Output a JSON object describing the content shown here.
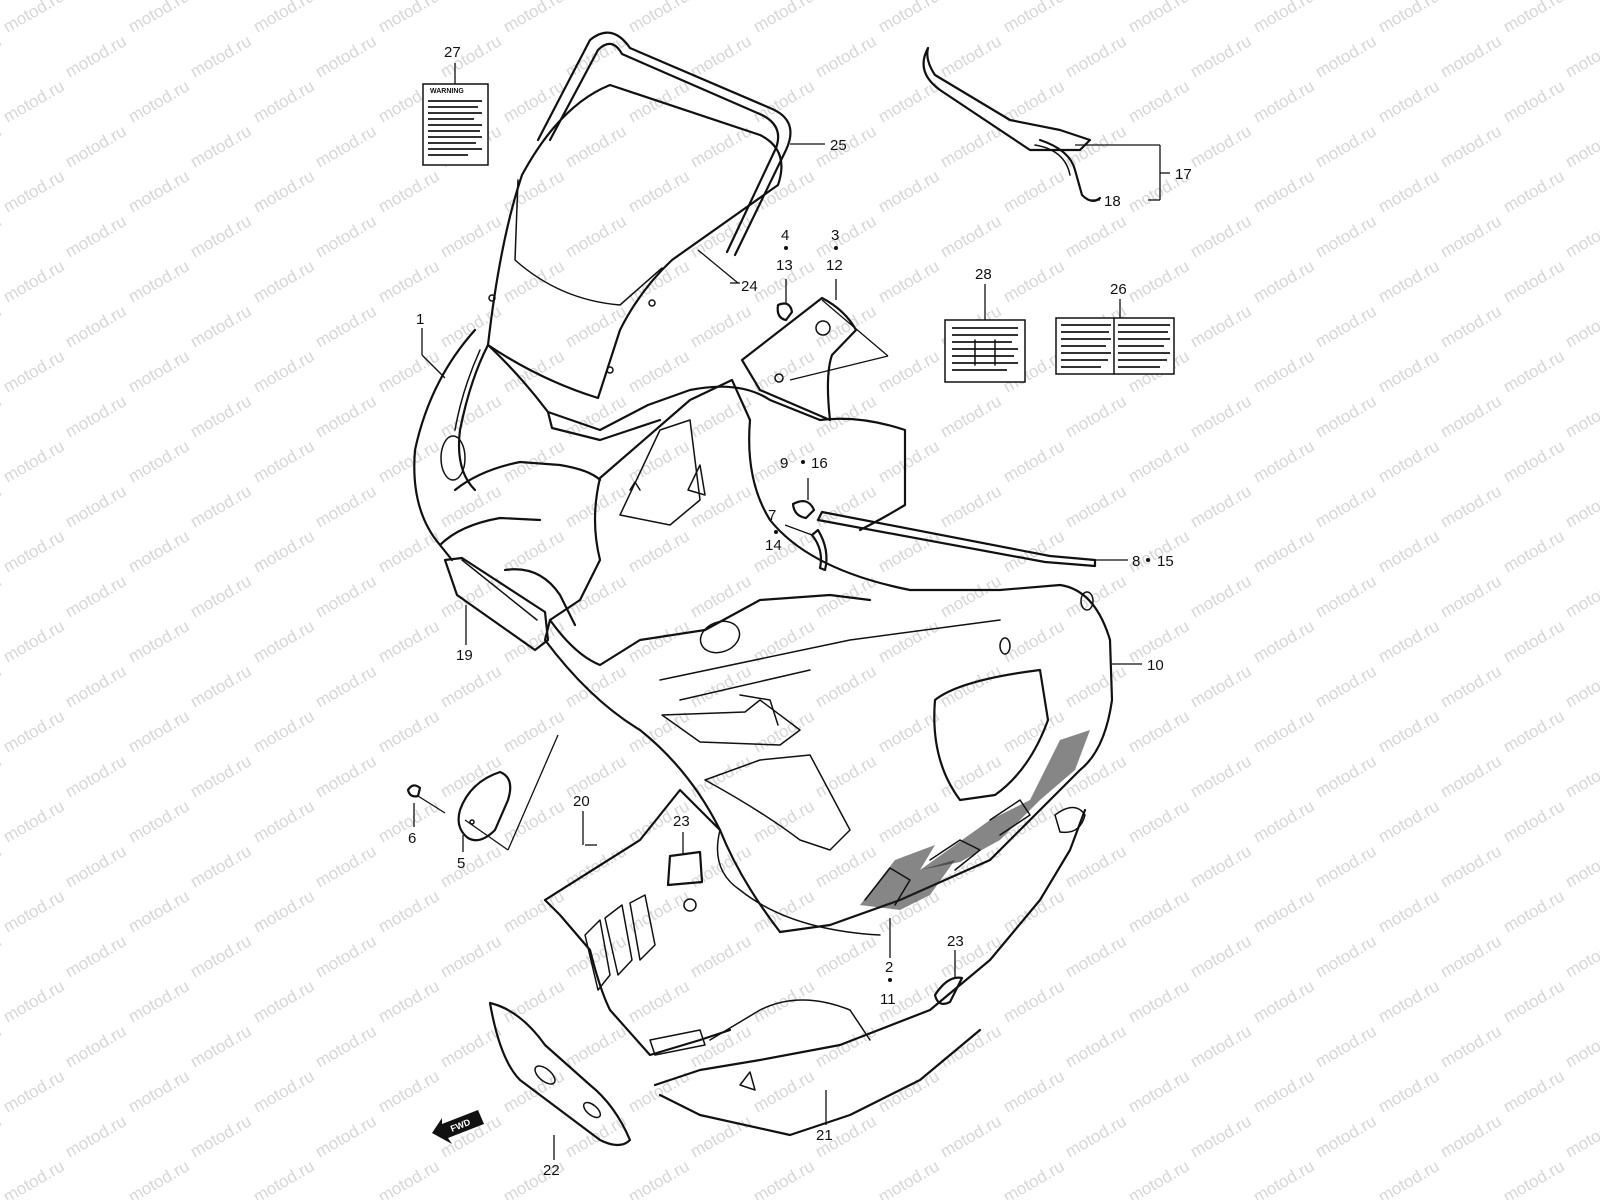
{
  "watermark": "motod.ru",
  "direction_marker": "FWD",
  "label_text": "WARNING",
  "callouts": [
    {
      "id": "c27",
      "text": "27"
    },
    {
      "id": "c25",
      "text": "25"
    },
    {
      "id": "c24",
      "text": "24"
    },
    {
      "id": "c17",
      "text": "17"
    },
    {
      "id": "c18",
      "text": "18"
    },
    {
      "id": "c4",
      "text": "4"
    },
    {
      "id": "c13",
      "text": "13"
    },
    {
      "id": "c3",
      "text": "3"
    },
    {
      "id": "c12",
      "text": "12"
    },
    {
      "id": "c28",
      "text": "28"
    },
    {
      "id": "c26",
      "text": "26"
    },
    {
      "id": "c1",
      "text": "1"
    },
    {
      "id": "c9",
      "text": "9"
    },
    {
      "id": "c16",
      "text": "16"
    },
    {
      "id": "c7",
      "text": "7"
    },
    {
      "id": "c14",
      "text": "14"
    },
    {
      "id": "c8",
      "text": "8"
    },
    {
      "id": "c15",
      "text": "15"
    },
    {
      "id": "c19",
      "text": "19"
    },
    {
      "id": "c10",
      "text": "10"
    },
    {
      "id": "c6",
      "text": "6"
    },
    {
      "id": "c5",
      "text": "5"
    },
    {
      "id": "c20",
      "text": "20"
    },
    {
      "id": "c23a",
      "text": "23"
    },
    {
      "id": "c2",
      "text": "2"
    },
    {
      "id": "c11",
      "text": "11"
    },
    {
      "id": "c23b",
      "text": "23"
    },
    {
      "id": "c21",
      "text": "21"
    },
    {
      "id": "c22",
      "text": "22"
    }
  ]
}
